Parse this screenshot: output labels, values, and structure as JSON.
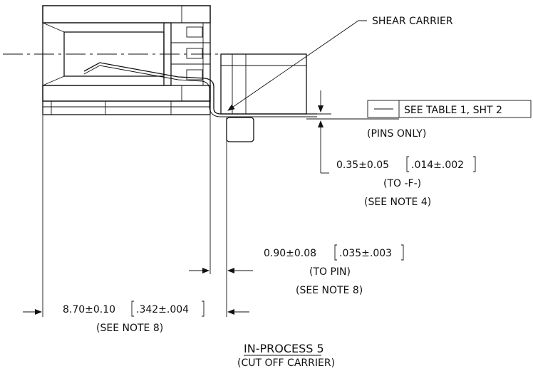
{
  "labels": {
    "shear_carrier": "SHEAR CARRIER",
    "see_table": "SEE TABLE 1, SHT 2",
    "pins_only": "(PINS ONLY)",
    "dim_035": "0.35±0.05",
    "dim_035_in": ".014±.002",
    "to_f": "(TO -F-)",
    "see_note_4": "(SEE NOTE 4)",
    "dim_090": "0.90±0.08",
    "dim_090_in": ".035±.003",
    "to_pin": "(TO PIN)",
    "see_note_8_a": "(SEE NOTE 8)",
    "dim_870": "8.70±0.10",
    "dim_870_in": ".342±.004",
    "see_note_8_b": "(SEE NOTE 8)",
    "title": "IN-PROCESS 5",
    "subtitle": "(CUT OFF CARRIER)"
  },
  "colors": {
    "ink": "#111111",
    "background": "#ffffff"
  }
}
